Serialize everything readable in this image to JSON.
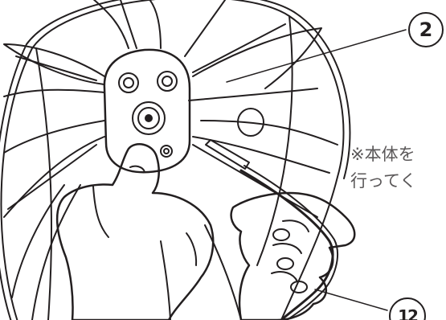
{
  "callouts": {
    "part_2": "2",
    "part_12": "12"
  },
  "note": {
    "line1": "※本体を",
    "line2": "行ってく"
  },
  "colors": {
    "line": "#231f20",
    "note_text": "#5a5758",
    "background": "#ffffff"
  }
}
